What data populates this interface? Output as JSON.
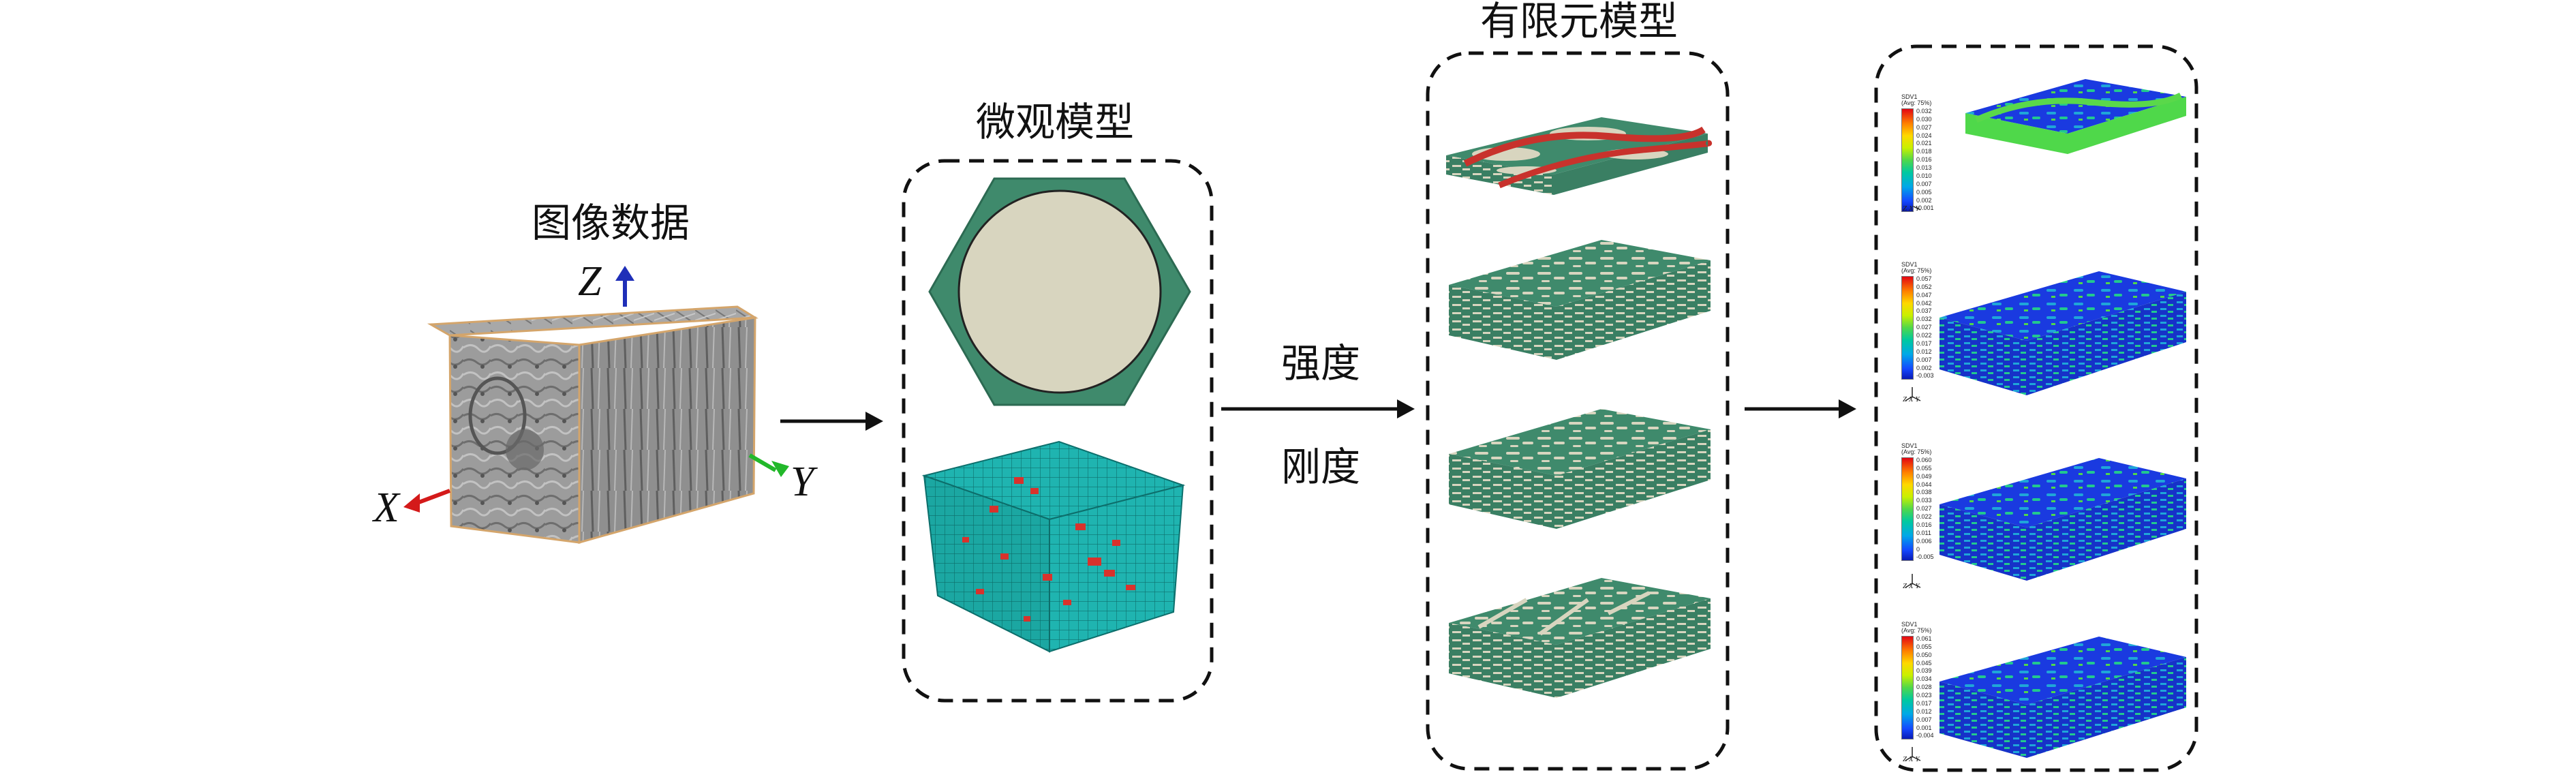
{
  "labels": {
    "image_data": "图像数据",
    "micro_model": "微观模型",
    "strength": "强度",
    "stiffness": "刚度",
    "fe_model": "有限元模型"
  },
  "axes": {
    "z": "Z",
    "x": "X",
    "y": "Y"
  },
  "legends": [
    {
      "title": "SDV1",
      "avg": "(Avg: 75%)",
      "values": [
        "0.032",
        "0.030",
        "0.027",
        "0.024",
        "0.021",
        "0.018",
        "0.016",
        "0.013",
        "0.010",
        "0.007",
        "0.005",
        "0.002",
        "-0.001"
      ]
    },
    {
      "title": "SDV1",
      "avg": "(Avg: 75%)",
      "values": [
        "0.057",
        "0.052",
        "0.047",
        "0.042",
        "0.037",
        "0.032",
        "0.027",
        "0.022",
        "0.017",
        "0.012",
        "0.007",
        "0.002",
        "-0.003"
      ]
    },
    {
      "title": "SDV1",
      "avg": "(Avg: 75%)",
      "values": [
        "0.060",
        "0.055",
        "0.049",
        "0.044",
        "0.038",
        "0.033",
        "0.027",
        "0.022",
        "0.016",
        "0.011",
        "0.006",
        "0",
        "-0.005"
      ]
    },
    {
      "title": "SDV1",
      "avg": "(Avg: 75%)",
      "values": [
        "0.061",
        "0.055",
        "0.050",
        "0.045",
        "0.039",
        "0.034",
        "0.028",
        "0.023",
        "0.017",
        "0.012",
        "0.007",
        "0.001",
        "-0.004"
      ]
    }
  ],
  "triad": {
    "x": "X",
    "y": "Y",
    "z": "Z"
  },
  "colors": {
    "matrix_green": "#3f8a6c",
    "fiber_cream": "#d8d5bf",
    "mesh_cyan": "#1fb4b0",
    "contour_blue": "#1a3ae0"
  }
}
